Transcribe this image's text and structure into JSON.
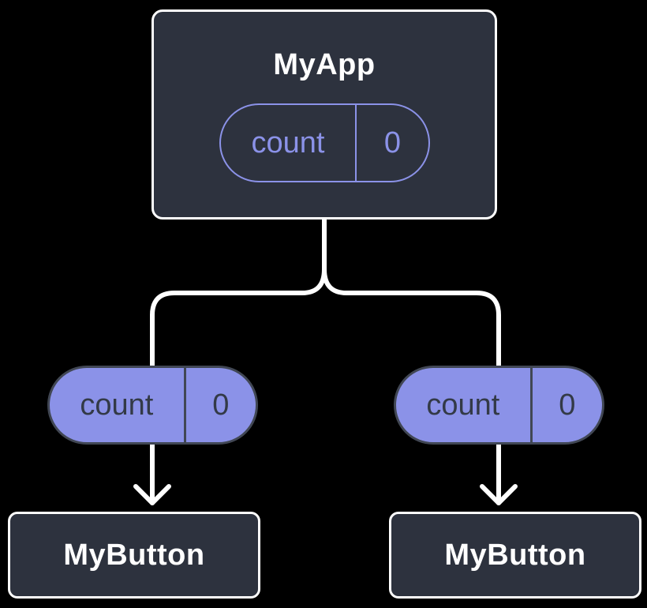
{
  "colors": {
    "background": "#000000",
    "node_fill": "#2d323e",
    "node_border": "#ffffff",
    "accent_purple": "#8b92e8",
    "pill_dark_border": "#414754",
    "pill_dark_text": "#333a47",
    "connector": "#ffffff"
  },
  "tree": {
    "root": {
      "title": "MyApp",
      "state": {
        "label": "count",
        "value": "0"
      }
    },
    "children": [
      {
        "title": "MyButton",
        "prop": {
          "label": "count",
          "value": "0"
        }
      },
      {
        "title": "MyButton",
        "prop": {
          "label": "count",
          "value": "0"
        }
      }
    ]
  }
}
